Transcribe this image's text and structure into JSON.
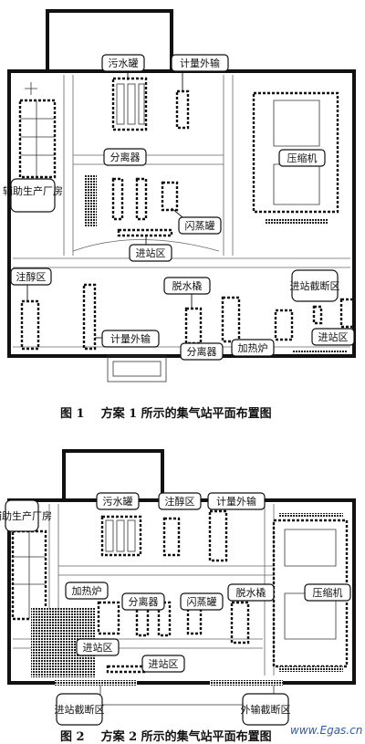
{
  "figure1": {
    "caption_number": "图 1",
    "caption_text": "方案 1 所示的集气站平面布置图",
    "labels": {
      "sewage_tank": "污水罐",
      "metering_export": "计量外输",
      "auxiliary_building": "辅助生产厂房",
      "separator": "分离器",
      "compressor": "压缩机",
      "flash_tank": "闪蒸罐",
      "inlet_area": "进站区",
      "methanol_injection": "注醇区",
      "dehydration_skid": "脱水橇",
      "inlet_cutoff": "进站截断区",
      "metering_export_2": "计量外输",
      "separator_2": "分离器",
      "heater": "加热炉",
      "inlet_area_2": "进站区"
    }
  },
  "figure2": {
    "caption_number": "图 2",
    "caption_text": "方案 2 所示的集气站平面布置图",
    "labels": {
      "auxiliary_building": "辅助生产厂房",
      "sewage_tank": "污水罐",
      "methanol_injection": "注醇区",
      "metering_export": "计量外输",
      "heater": "加热炉",
      "separator": "分离器",
      "flash_tank": "闪蒸罐",
      "dehydration_skid": "脱水橇",
      "compressor": "压缩机",
      "inlet_area": "进站区",
      "inlet_area_2": "进站区",
      "inlet_cutoff": "进站截断区",
      "export_cutoff": "外输截断区"
    }
  },
  "watermark": "www.Egas.cn"
}
